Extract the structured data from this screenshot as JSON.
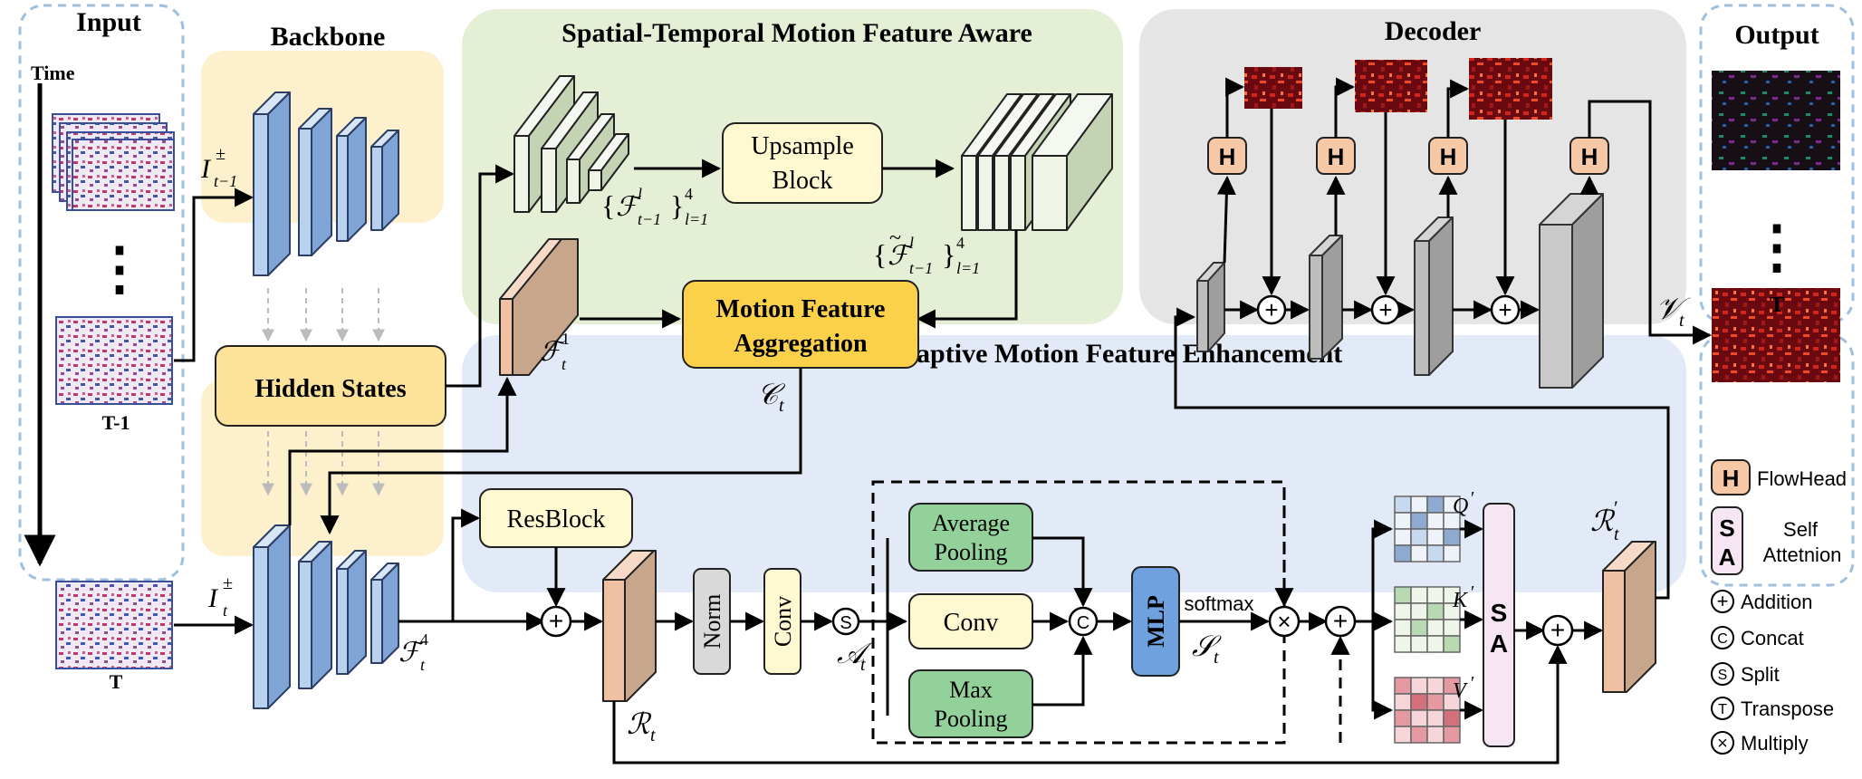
{
  "panels": {
    "input": "Input",
    "backbone": "Backbone",
    "stmfa": "Spatial-Temporal Motion Feature Aware",
    "decoder": "Decoder",
    "output": "Output",
    "amfe": "Adaptive Motion Feature Enhancement"
  },
  "input": {
    "time": "Time",
    "frame_prev": "T-1",
    "frame_cur": "T",
    "dots": "⋮"
  },
  "blocks": {
    "hidden_states": "Hidden States",
    "upsample_1": "Upsample",
    "upsample_2": "Block",
    "mfa_1": "Motion Feature",
    "mfa_2": "Aggregation",
    "resblock": "ResBlock",
    "norm": "Norm",
    "conv_v": "Conv",
    "avg_1": "Average",
    "avg_2": "Pooling",
    "conv_h": "Conv",
    "max_1": "Max",
    "max_2": "Pooling",
    "mlp": "MLP",
    "softmax": "softmax",
    "sa_s": "S",
    "sa_a": "A",
    "head": "H",
    "split": "S",
    "concat": "C",
    "multiply": "×",
    "add": "+"
  },
  "math": {
    "I_prev_base": "I",
    "I_prev_sup": "±",
    "I_prev_sub": "t−1",
    "I_cur_base": "I",
    "I_cur_sup": "±",
    "I_cur_sub": "t",
    "F_set_open": "{",
    "F_set_base": "ℱ",
    "F_set_sup": "l",
    "F_set_sub": "t−1",
    "F_set_close": "}",
    "F_set_lim_sup": "4",
    "F_set_lim_sub": "l=1",
    "Ft_set_open": "{",
    "Ft_set_base": "ℱ",
    "Ft_set_tilde": "~",
    "Ft_set_sup": "l",
    "Ft_set_sub": "t−1",
    "Ft_set_close": "}",
    "Ft_set_lim_sup": "4",
    "Ft_set_lim_sub": "l=1",
    "F1_base": "ℱ",
    "F1_sup": "1",
    "F1_sub": "t",
    "F4_base": "ℱ",
    "F4_sup": "4",
    "F4_sub": "t",
    "C_base": "𝒞",
    "C_sub": "t",
    "A_base": "𝒜",
    "A_sub": "t",
    "S_base": "𝒮",
    "S_sub": "t",
    "R_base": "ℛ",
    "R_sub": "t",
    "Rp_base": "ℛ",
    "Rp_sup": "′",
    "Rp_sub": "t",
    "V_base": "𝒱",
    "V_sub": "t",
    "Q": "Q",
    "Q_prime": "′",
    "K": "K",
    "K_prime": "′",
    "Vv": "V",
    "V_prime": "′"
  },
  "output": {
    "dots": "⋮",
    "frame": "T"
  },
  "legend": {
    "flowhead_sym": "H",
    "flowhead": "FlowHead",
    "sa_sym_1": "S",
    "sa_sym_2": "A",
    "sa_1": "Self",
    "sa_2": "Attetnion",
    "add_sym": "+",
    "add": "Addition",
    "concat_sym": "C",
    "concat": "Concat",
    "split_sym": "S",
    "split": "Split",
    "transpose_sym": "T",
    "transpose": "Transpose",
    "multiply_sym": "×",
    "multiply": "Multiply"
  },
  "colors": {
    "backbone_bg": "#fdf0cc",
    "stmfa_bg": "#e4efd6",
    "decoder_bg": "#e6e5e5",
    "amfe_bg": "#e3eaf7",
    "dash_border": "#9dbfe0",
    "backbone_block": "#b7d1ef",
    "orange_block": "#efc0a2",
    "hidden_states": "#fde39a",
    "mfa": "#fcd14a",
    "light_yellow": "#fff9d1",
    "light_green": "#eff5e6",
    "green_box": "#93d19b",
    "mlp": "#6ea1dd",
    "sa_box": "#f6e5f2",
    "head": "#f7c8a6",
    "norm": "#d9d9d9"
  }
}
